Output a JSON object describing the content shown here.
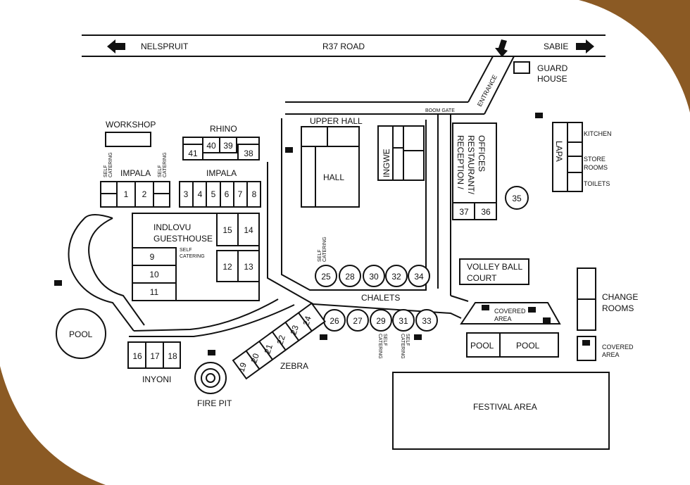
{
  "colors": {
    "border": "#8B5A24",
    "background": "#ffffff",
    "ink": "#111111"
  },
  "road": {
    "name": "R37 ROAD",
    "left_town": "NELSPRUIT",
    "right_town": "SABIE",
    "entrance": "ENTRANCE",
    "boom_gate": "BOOM GATE"
  },
  "guard_house": [
    "GUARD",
    "HOUSE"
  ],
  "workshop": "WORKSHOP",
  "rhino": {
    "label": "RHINO",
    "units": [
      "40",
      "39",
      "41",
      "38"
    ]
  },
  "impala_left": {
    "label": "IMPALA",
    "units": [
      "1",
      "2"
    ],
    "note": [
      "SELF",
      "CATERING"
    ]
  },
  "impala_right": {
    "label": "IMPALA",
    "units": [
      "3",
      "4",
      "5",
      "6",
      "7",
      "8"
    ]
  },
  "indlovu": {
    "label": [
      "INDLOVU",
      "GUESTHOUSE"
    ],
    "units": [
      "15",
      "14",
      "12",
      "13",
      "9",
      "10",
      "11"
    ],
    "note": [
      "SELF",
      "CATERING"
    ]
  },
  "upper_hall": "UPPER HALL",
  "hall": "HALL",
  "ingwe": "INGWE",
  "reception": [
    "RECEPTION /",
    "RESTAURANT/",
    "OFFICES"
  ],
  "reception_units": [
    "37",
    "36"
  ],
  "unit_35": "35",
  "lapa": {
    "label": "LAPA",
    "kitchen": "KITCHEN",
    "store_rooms": [
      "STORE",
      "ROOMS"
    ],
    "toilets": "TOILETS"
  },
  "chalets": {
    "label": "CHALETS",
    "top_row": [
      "25",
      "28",
      "30",
      "32",
      "34"
    ],
    "bottom_row": [
      "26",
      "27",
      "29",
      "31",
      "33"
    ],
    "note": [
      "SELF",
      "CATERING"
    ]
  },
  "volleyball": [
    "VOLLEY BALL",
    "COURT"
  ],
  "covered_area_1": [
    "COVERED",
    "AREA"
  ],
  "covered_area_2": [
    "COVERED",
    "AREA"
  ],
  "change_rooms": [
    "CHANGE",
    "ROOMS"
  ],
  "pools_right": [
    "POOL",
    "POOL"
  ],
  "pool_left": "POOL",
  "inyoni": {
    "label": "INYONI",
    "units": [
      "16",
      "17",
      "18"
    ]
  },
  "fire_pit": "FIRE PIT",
  "zebra": {
    "label": "ZEBRA",
    "units": [
      "19",
      "20",
      "21",
      "22",
      "23",
      "24"
    ]
  },
  "festival_area": "FESTIVAL AREA"
}
